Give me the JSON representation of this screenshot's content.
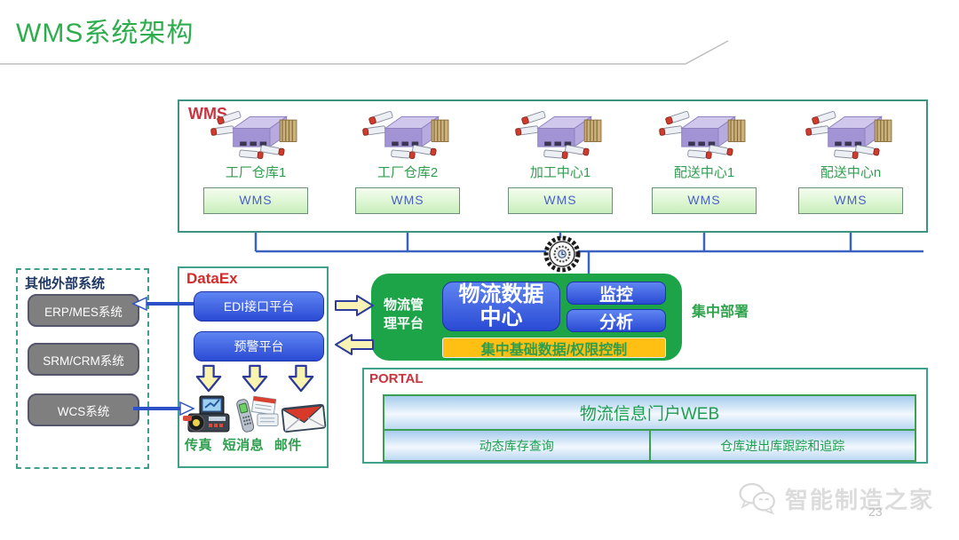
{
  "slide": {
    "title": "WMS系统架构",
    "page_number": "23",
    "watermark": "智能制造之家"
  },
  "wms_section": {
    "label": "WMS",
    "stations": [
      {
        "name": "工厂仓库1",
        "system": "WMS"
      },
      {
        "name": "工厂仓库2",
        "system": "WMS"
      },
      {
        "name": "加工中心1",
        "system": "WMS"
      },
      {
        "name": "配送中心1",
        "system": "WMS"
      },
      {
        "name": "配送中心n",
        "system": "WMS"
      }
    ]
  },
  "external_section": {
    "label": "其他外部系统",
    "systems": [
      "ERP/MES系统",
      "SRM/CRM系统",
      "WCS系统"
    ]
  },
  "dataex_section": {
    "label": "DataEx",
    "platforms": [
      "EDI接口平台",
      "预警平台"
    ],
    "channels": [
      "传真",
      "短消息",
      "邮件"
    ]
  },
  "platform_section": {
    "label": "物流管理平台",
    "modules": [
      "物流数据中心",
      "监控",
      "分析"
    ],
    "base_bar": "集中基础数据/权限控制",
    "deploy_label": "集中部署"
  },
  "portal_section": {
    "label": "PORTAL",
    "header": "物流信息门户WEB",
    "cells": [
      "动态库存查询",
      "仓库进出库跟踪和追踪"
    ]
  },
  "colors": {
    "title_green": "#2EAD4E",
    "label_red": "#C9333E",
    "module_blue": "#2F55DE",
    "platform_green": "#1DA449",
    "base_bar_yellow": "#FFC013",
    "system_gray": "#7F7F7F",
    "connector_blue": "#3A62C0",
    "portal_green": "#1E9E50",
    "external_title_navy": "#1F3864",
    "border_teal": "#3FA08C"
  }
}
